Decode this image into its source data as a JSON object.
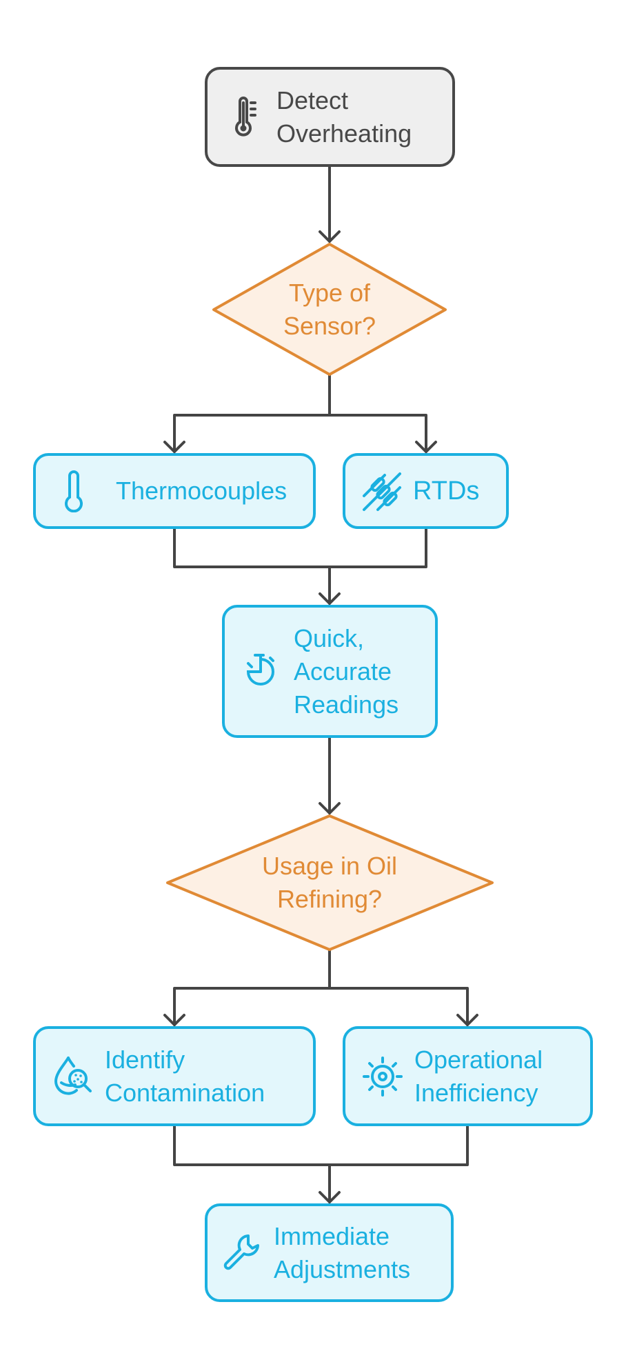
{
  "diagram": {
    "type": "flowchart",
    "colors": {
      "start_fill": "#EFEFEF",
      "start_stroke": "#484848",
      "decision_fill": "#FDF0E4",
      "decision_stroke": "#E08A35",
      "process_fill": "#E3F7FC",
      "process_stroke": "#1AB0E0",
      "connector": "#444444"
    },
    "nodes": {
      "detect": {
        "label": "Detect\nOverheating",
        "kind": "start",
        "icon": "thermometer-icon"
      },
      "sensor_type": {
        "label": "Type of\nSensor?",
        "kind": "decision"
      },
      "thermocouples": {
        "label": "Thermocouples",
        "kind": "process",
        "icon": "thermometer-outline-icon"
      },
      "rtds": {
        "label": "RTDs",
        "kind": "process",
        "icon": "resistors-icon"
      },
      "quick": {
        "label": "Quick,\nAccurate\nReadings",
        "kind": "process",
        "icon": "stopwatch-icon"
      },
      "usage": {
        "label": "Usage in Oil\nRefining?",
        "kind": "decision"
      },
      "contamination": {
        "label": "Identify\nContamination",
        "kind": "process",
        "icon": "drop-magnifier-icon"
      },
      "inefficiency": {
        "label": "Operational\nInefficiency",
        "kind": "process",
        "icon": "gear-icon"
      },
      "adjustments": {
        "label": "Immediate\nAdjustments",
        "kind": "process",
        "icon": "wrench-icon"
      }
    },
    "edges": [
      {
        "from": "detect",
        "to": "sensor_type"
      },
      {
        "from": "sensor_type",
        "to": "thermocouples"
      },
      {
        "from": "sensor_type",
        "to": "rtds"
      },
      {
        "from": "thermocouples",
        "to": "quick"
      },
      {
        "from": "rtds",
        "to": "quick"
      },
      {
        "from": "quick",
        "to": "usage"
      },
      {
        "from": "usage",
        "to": "contamination"
      },
      {
        "from": "usage",
        "to": "inefficiency"
      },
      {
        "from": "contamination",
        "to": "adjustments"
      },
      {
        "from": "inefficiency",
        "to": "adjustments"
      }
    ]
  }
}
